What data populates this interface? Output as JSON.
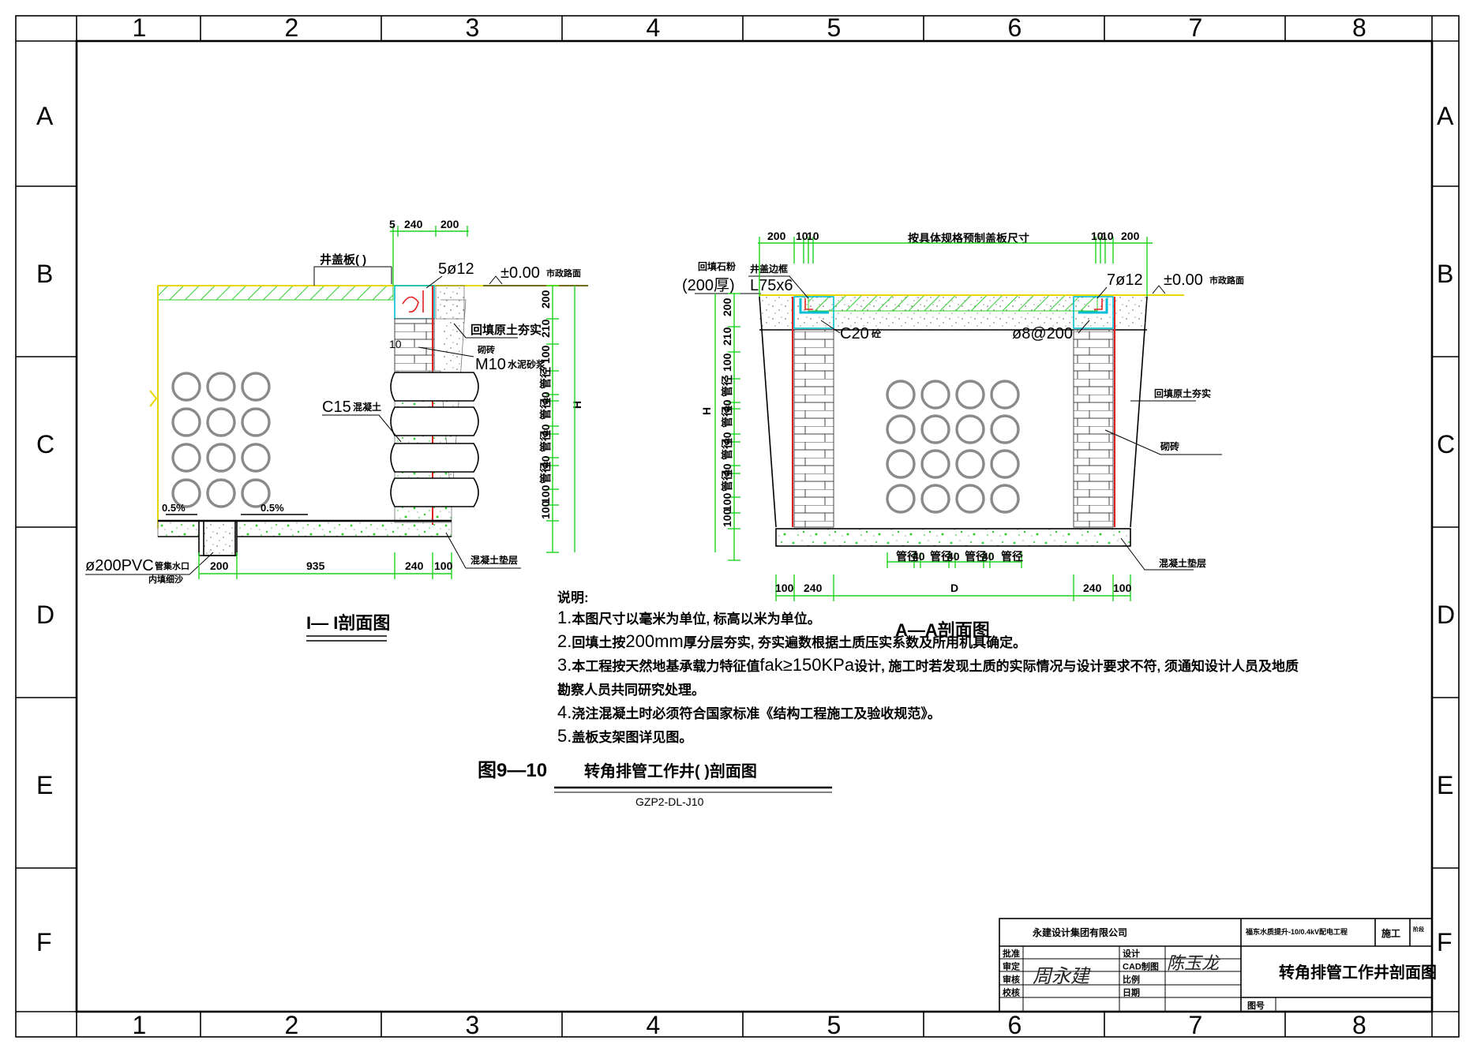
{
  "grid": {
    "columns": [
      "1",
      "2",
      "3",
      "4",
      "5",
      "6",
      "7",
      "8"
    ],
    "rows": [
      "A",
      "B",
      "C",
      "D",
      "E",
      "F"
    ]
  },
  "section_left": {
    "title": "I— I剖面图",
    "labels": {
      "cover": "井盖板( )",
      "rebar": "5ø12",
      "elev": "±0.00",
      "elev_note": "市政路面",
      "backfill": "回填原土夯实",
      "brick": "砌砖",
      "mortar_num": "10",
      "mortar": "M10",
      "mortar_note": "水泥砂浆",
      "concrete_a": "C15",
      "concrete_b": "混凝土",
      "slope1": "0.5%",
      "slope2": "0.5%",
      "pvc_a": "ø200PVC",
      "pvc_b": "管集水口",
      "pvc_c": "内填细沙",
      "cushion": "混凝土垫层",
      "h": "H"
    },
    "dims_top": [
      "5",
      "240",
      "200"
    ],
    "dims_bottom": [
      "200",
      "935",
      "240",
      "100"
    ],
    "dims_vertical": [
      "200",
      "210",
      "100",
      "管径",
      "40",
      "管径",
      "40",
      "管径",
      "40",
      "管径",
      "100",
      "100"
    ]
  },
  "section_right": {
    "title": "A—A剖面图",
    "labels": {
      "stone": "回填石粉",
      "stone_thk": "(200厚)",
      "frame": "井盖边框",
      "angle": "L75x6",
      "precast": "按具体规格预制盖板尺寸",
      "rebar": "7ø12",
      "elev": "±0.00",
      "elev_note": "市政路面",
      "concrete_a": "C20",
      "concrete_b": "砼",
      "stirrup": "ø8@200",
      "backfill": "回填原土夯实",
      "brick": "砌砖",
      "cushion": "混凝土垫层",
      "h": "H"
    },
    "dims_top": [
      "200",
      "10",
      "10",
      "10",
      "10",
      "200"
    ],
    "dims_pipes": [
      "管径",
      "40",
      "管径",
      "40",
      "管径",
      "40",
      "管径"
    ],
    "dims_bottom": [
      "100",
      "240",
      "D",
      "240",
      "100"
    ],
    "dims_vertical": [
      "200",
      "210",
      "100",
      "管径",
      "40",
      "管径",
      "40",
      "管径",
      "40",
      "管径",
      "100",
      "100"
    ]
  },
  "notes": {
    "heading": "说明:",
    "items": [
      {
        "num": "1.",
        "text": "本图尺寸以毫米为单位, 标高以米为单位。"
      },
      {
        "num": "2.",
        "pre": "回填土按",
        "big": "200mm",
        "text": "厚分层夯实, 夯实遍数根据土质压实系数及所用机具确定。"
      },
      {
        "num": "3.",
        "pre": "本工程按天然地基承载力特征值",
        "big": "fak≥150KPa",
        "text": "设计, 施工时若发现土质的实际情况与设计要求不符, 须通知设计人员及地质"
      },
      {
        "num": "",
        "text": "勘察人员共同研究处理。"
      },
      {
        "num": "4.",
        "text": "浇注混凝土时必须符合国家标准《结构工程施工及验收规范》。"
      },
      {
        "num": "5.",
        "text": "盖板支架图详见图。"
      }
    ]
  },
  "figure": {
    "number": "图9—10",
    "title": "转角排管工作井( )剖面图",
    "code": "GZP2-DL-J10"
  },
  "title_block": {
    "company": "永建设计集团有限公司",
    "project": "福东水质提升-10/0.4kV配电工程",
    "stage": "施工",
    "stage_note": "阶段",
    "drawing_title": "转角排管工作井剖面图",
    "roles": [
      "批准",
      "审定",
      "审核",
      "校核"
    ],
    "roles2": [
      "设计",
      "CAD制图",
      "比例",
      "日期"
    ],
    "drawing_no_label": "图号",
    "signature1": "周永建",
    "signature2": "陈玉龙"
  }
}
